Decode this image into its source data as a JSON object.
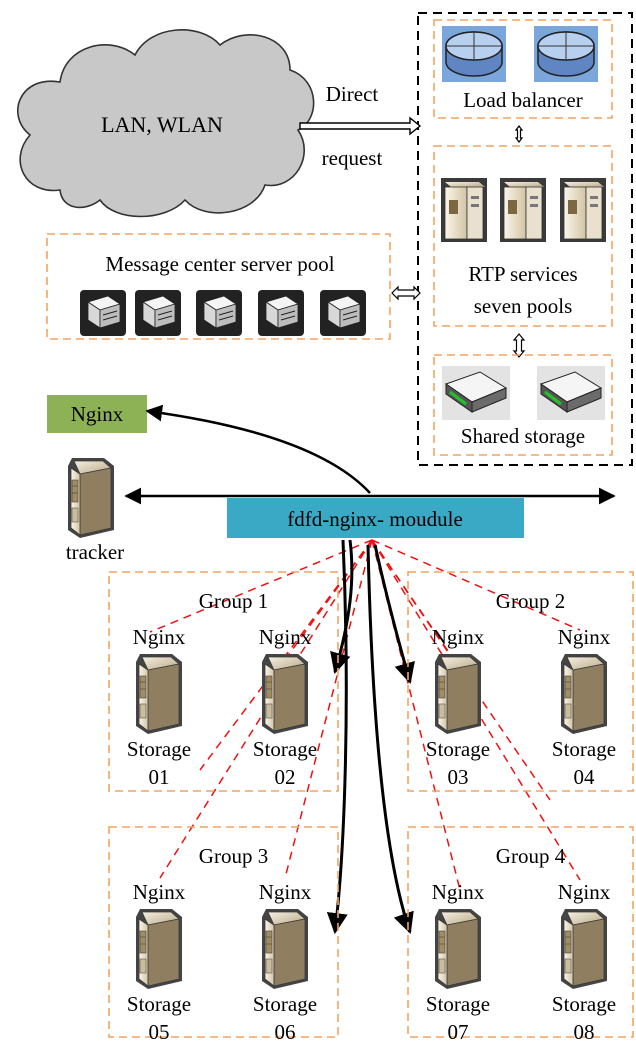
{
  "network": {
    "label": "LAN, WLAN"
  },
  "direct_request": {
    "line1": "Direct",
    "line2": "request"
  },
  "load_balancer": {
    "label": "Load balancer"
  },
  "rtp": {
    "line1": "RTP services",
    "line2": "seven pools"
  },
  "shared_storage": {
    "label": "Shared storage"
  },
  "message_center": {
    "label": "Message center server pool"
  },
  "nginx_top": {
    "label": "Nginx"
  },
  "tracker": {
    "label": "tracker"
  },
  "module": {
    "label": "fdfd-nginx- moudule"
  },
  "groups": [
    {
      "title": "Group 1",
      "nodes": [
        {
          "nginx": "Nginx",
          "storage": "Storage",
          "id": "01"
        },
        {
          "nginx": "Nginx",
          "storage": "Storage",
          "id": "02"
        }
      ]
    },
    {
      "title": "Group 2",
      "nodes": [
        {
          "nginx": "Nginx",
          "storage": "Storage",
          "id": "03"
        },
        {
          "nginx": "Nginx",
          "storage": "Storage",
          "id": "04"
        }
      ]
    },
    {
      "title": "Group 3",
      "nodes": [
        {
          "nginx": "Nginx",
          "storage": "Storage",
          "id": "05"
        },
        {
          "nginx": "Nginx",
          "storage": "Storage",
          "id": "06"
        }
      ]
    },
    {
      "title": "Group 4",
      "nodes": [
        {
          "nginx": "Nginx",
          "storage": "Storage",
          "id": "07"
        },
        {
          "nginx": "Nginx",
          "storage": "Storage",
          "id": "08"
        }
      ]
    }
  ],
  "colors": {
    "orange_dash": "#f4a460",
    "nginx_green": "#8db255",
    "module_cyan": "#3aa9c6",
    "link_red": "#ee1111",
    "cloud_gray": "#c8c8c8"
  }
}
